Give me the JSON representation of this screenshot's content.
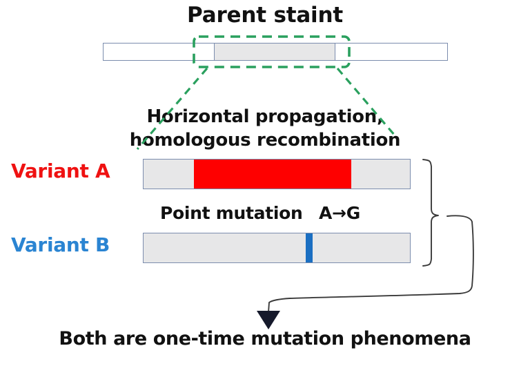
{
  "diagram": {
    "title": "Parent staint",
    "conclusion": "Both are one-time mutation phenomena",
    "mechanism": {
      "line1": "Horizontal propagation,",
      "line2": "homologous recombination"
    },
    "point_mutation": {
      "label": "Point mutation",
      "change": "A→G"
    },
    "variants": [
      {
        "label": "Variant A",
        "color": "#ef1111"
      },
      {
        "label": "Variant B",
        "color": "#2a84d2"
      }
    ],
    "colors": {
      "red_segment": "#fe0000",
      "blue_tick": "#1b6fc2",
      "gray_fill": "#e7e7e8",
      "bar_border": "#7b8cad",
      "dashed_green": "#2aa05e",
      "ink": "#111111"
    }
  }
}
